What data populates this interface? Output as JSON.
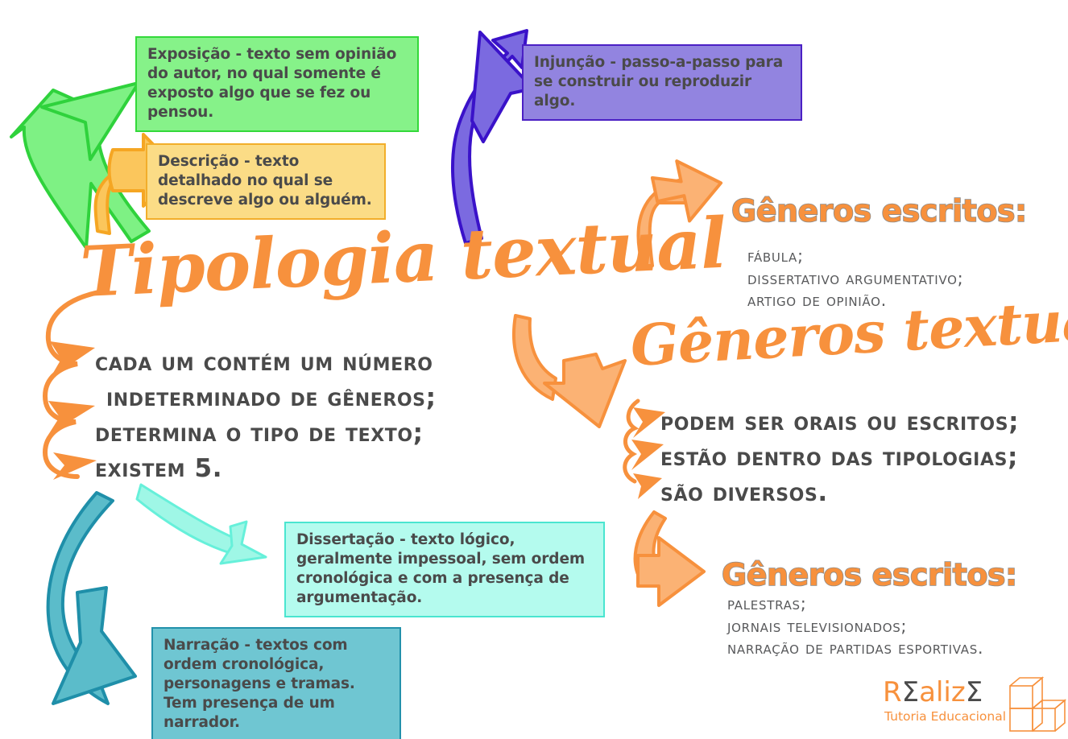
{
  "poster": {
    "title": "Tipologia textual",
    "subtitle": "Gêneros textuais"
  },
  "definitions": [
    {
      "name": "exposicao",
      "color": "#86f289",
      "border": "#33d93a",
      "text": "Exposição -  texto sem opinião do autor, no qual somente é exposto algo que se fez ou pensou."
    },
    {
      "name": "descricao",
      "color": "#fbdc86",
      "border": "#f2ae2b",
      "text": "Descrição - texto detalhado no qual se descreve algo ou alguém."
    },
    {
      "name": "injuncao",
      "color": "#9284e0",
      "border": "#4b20c4",
      "text": "Injunção - passo-a-passo para se construir ou reproduzir algo."
    },
    {
      "name": "dissertacao",
      "color": "#b4fbee",
      "border": "#4ae5d0",
      "text": "Dissertação -  texto lógico, geralmente impessoal, sem ordem cronológica e com a presença de argumentação."
    },
    {
      "name": "narracao",
      "color": "#6fc6d2",
      "border": "#2291ab",
      "text": "Narração -  textos com ordem cronológica, personagens e tramas.  Tem presença de um narrador."
    }
  ],
  "tipologia_points": {
    "line1": "Cada um contém um número",
    "line2": "indeterminado de gêneros;",
    "line3": "Determina o tipo de texto;",
    "line4": "Existem 5."
  },
  "generos_points": {
    "line1": "Podem ser orais ou escritos;",
    "line2": "Estão dentro das tipologias;",
    "line3": "São diversos."
  },
  "generos_escritos_top": {
    "heading": "Gêneros escritos:",
    "item1": "Fábula;",
    "item2": "Dissertativo argumentativo;",
    "item3": "Artigo de opinião."
  },
  "generos_escritos_bottom": {
    "heading": "Gêneros escritos:",
    "item1": "Palestras;",
    "item2": "Jornais televisionados;",
    "item3": "Narração de partidas esportivas."
  },
  "logo": {
    "word_r": "R",
    "word_sigma1": "Σ",
    "word_mid": "aliz",
    "word_sigma2": "Σ",
    "tagline": "Tutoria Educacional"
  },
  "colors": {
    "accent_orange": "#f7913d",
    "light_orange": "#fbb274",
    "text_grey": "#4a4a4a",
    "green": "#7ef184",
    "purple": "#7b6ae0",
    "teal": "#5bbcca",
    "cyan": "#9ff7e6"
  }
}
